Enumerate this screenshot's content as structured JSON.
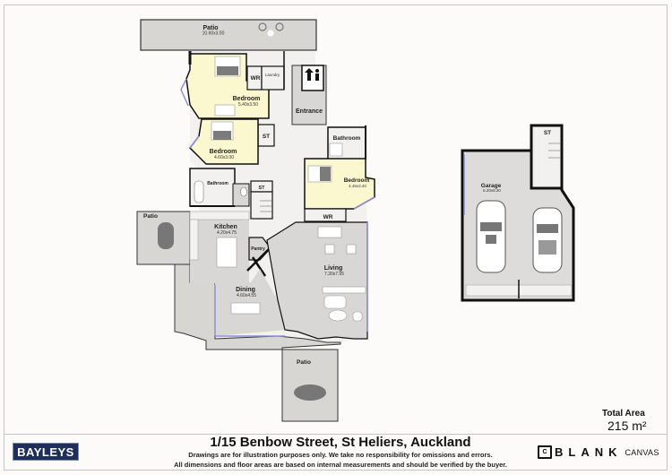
{
  "plan": {
    "rooms": [
      {
        "name": "Patio",
        "dims": "10.60x3.00",
        "id": "patio-top"
      },
      {
        "name": "WR",
        "dims": "",
        "id": "wr-top"
      },
      {
        "name": "Laundry",
        "dims": "",
        "id": "laundry"
      },
      {
        "name": "Bedroom",
        "dims": "5.40x3.50",
        "id": "bedroom-1"
      },
      {
        "name": "Entrance",
        "dims": "",
        "id": "entrance"
      },
      {
        "name": "ST",
        "dims": "",
        "id": "st-1"
      },
      {
        "name": "Bedroom",
        "dims": "4.60x3.00",
        "id": "bedroom-2"
      },
      {
        "name": "Bathroom",
        "dims": "",
        "id": "bathroom-east"
      },
      {
        "name": "Bedroom",
        "dims": "4.45x3.40",
        "id": "bedroom-3"
      },
      {
        "name": "Bathroom",
        "dims": "",
        "id": "bathroom-west"
      },
      {
        "name": "ST",
        "dims": "",
        "id": "st-2"
      },
      {
        "name": "WR",
        "dims": "",
        "id": "wr-east"
      },
      {
        "name": "Patio",
        "dims": "",
        "id": "patio-west"
      },
      {
        "name": "Kitchen",
        "dims": "4.20x4.75",
        "id": "kitchen"
      },
      {
        "name": "Pantry",
        "dims": "",
        "id": "pantry"
      },
      {
        "name": "Living",
        "dims": "7.30x7.95",
        "id": "living"
      },
      {
        "name": "Dining",
        "dims": "4.60x4.55",
        "id": "dining"
      },
      {
        "name": "Patio",
        "dims": "",
        "id": "patio-south"
      },
      {
        "name": "Garage",
        "dims": "6.20x8.20",
        "id": "garage"
      },
      {
        "name": "ST",
        "dims": "",
        "id": "st-garage"
      }
    ],
    "colors": {
      "bedroom": "#fbf7cf",
      "floor": "#d9d7d5",
      "interior": "#f2f1f0",
      "wall": "#111111",
      "window": "#8b8fd9"
    }
  },
  "total_area": {
    "label": "Total Area",
    "value": "215 m²"
  },
  "footer": {
    "brand": "BAYLEYS",
    "address": "1/15 Benbow Street, St Heliers, Auckland",
    "disclaimer_1": "Drawings are for illustration purposes only. We take no responsibility for omissions and errors.",
    "disclaimer_2": "All dimensions and floor areas are based on internal measurements and should be verified by the buyer.",
    "logo_mark": "C",
    "logo_word": "BLANK",
    "logo_sub": "CANVAS"
  }
}
